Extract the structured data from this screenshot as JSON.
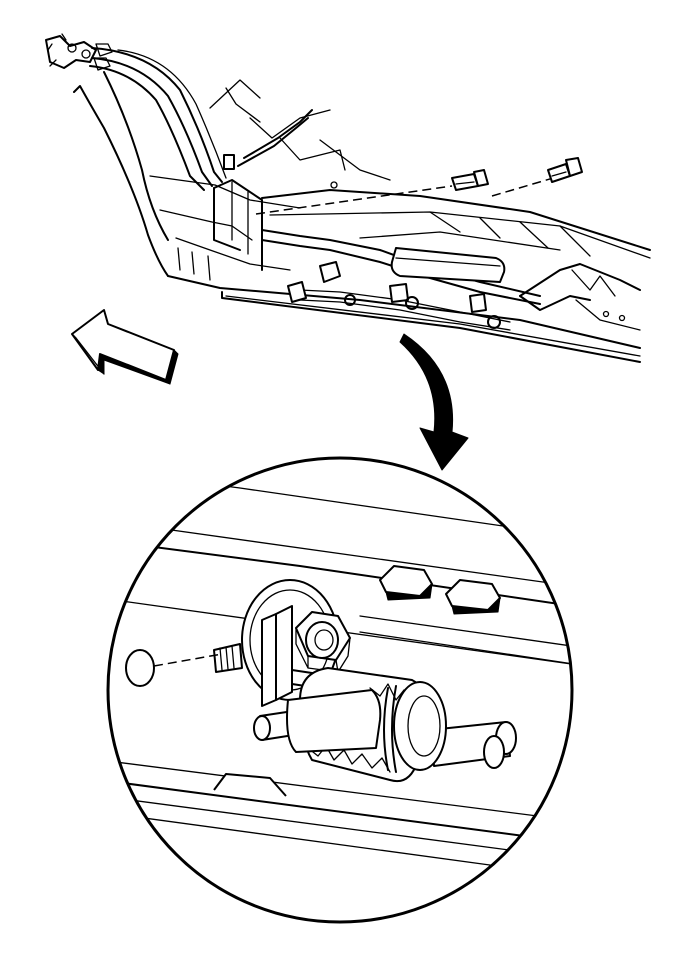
{
  "figure": {
    "type": "technical line illustration",
    "colors": {
      "ink": "#000000",
      "paper": "#ffffff"
    },
    "parts": [
      "vehicle-underbody",
      "fuel-lines",
      "mounting-bolts",
      "forward-direction-arrow",
      "callout-arrow",
      "detail-magnifier",
      "nut-and-bracket",
      "fuel-filter"
    ]
  }
}
